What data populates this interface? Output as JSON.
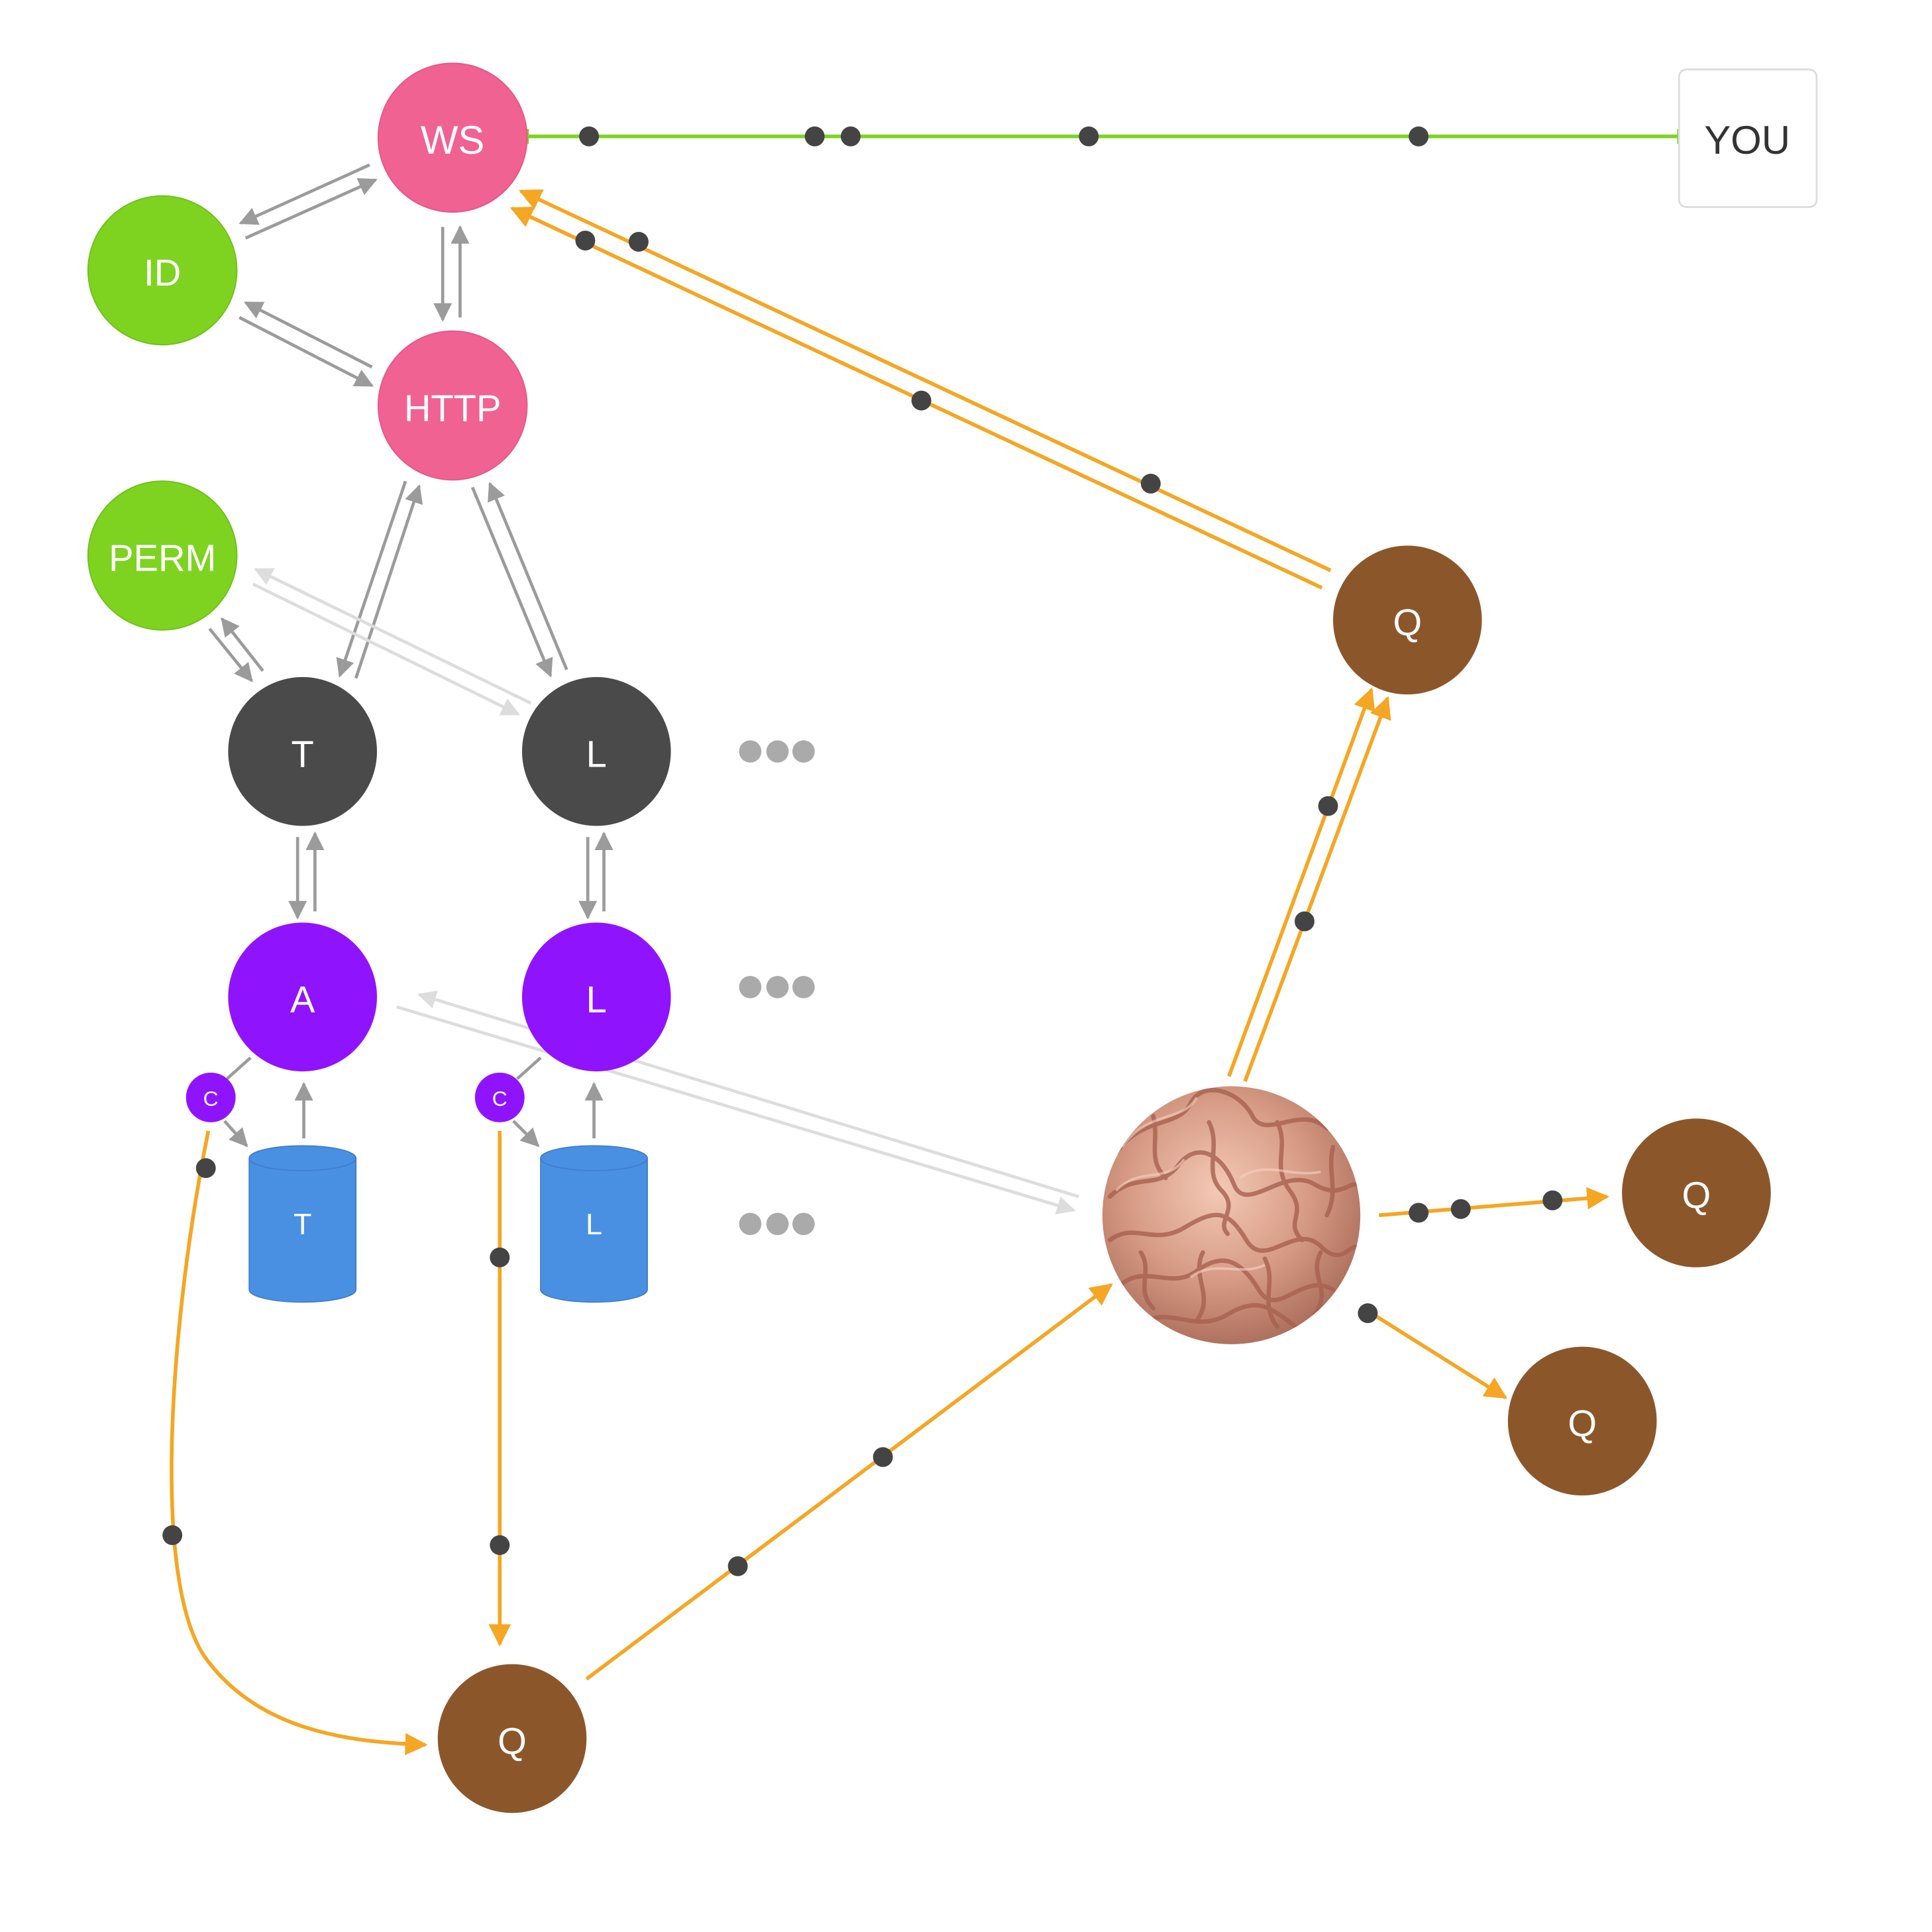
{
  "colors": {
    "pink": "#f06292",
    "green": "#7ed321",
    "dark": "#4a4a4a",
    "purple": "#9013fe",
    "blue": "#4a90e2",
    "brown": "#8b572a",
    "orange": "#f5a623",
    "gray_arrow": "#9b9b9b",
    "light_arrow": "#dddddd",
    "dot": "#444444",
    "ellipsis": "#aaaaaa",
    "green_line": "#7ed321"
  },
  "nodes": {
    "ws": "WS",
    "id": "ID",
    "http": "HTTP",
    "perm": "PERM",
    "t_dark": "T",
    "l_dark": "L",
    "a_purple": "A",
    "l_purple": "L",
    "c1": "C",
    "c2": "C",
    "t_db": "T",
    "l_db": "L",
    "q_bottom": "Q",
    "q_top": "Q",
    "q_right1": "Q",
    "q_right2": "Q",
    "you": "YOU"
  },
  "icons": {
    "brain": "brain-image",
    "ellipsis": "ellipsis-icon"
  }
}
